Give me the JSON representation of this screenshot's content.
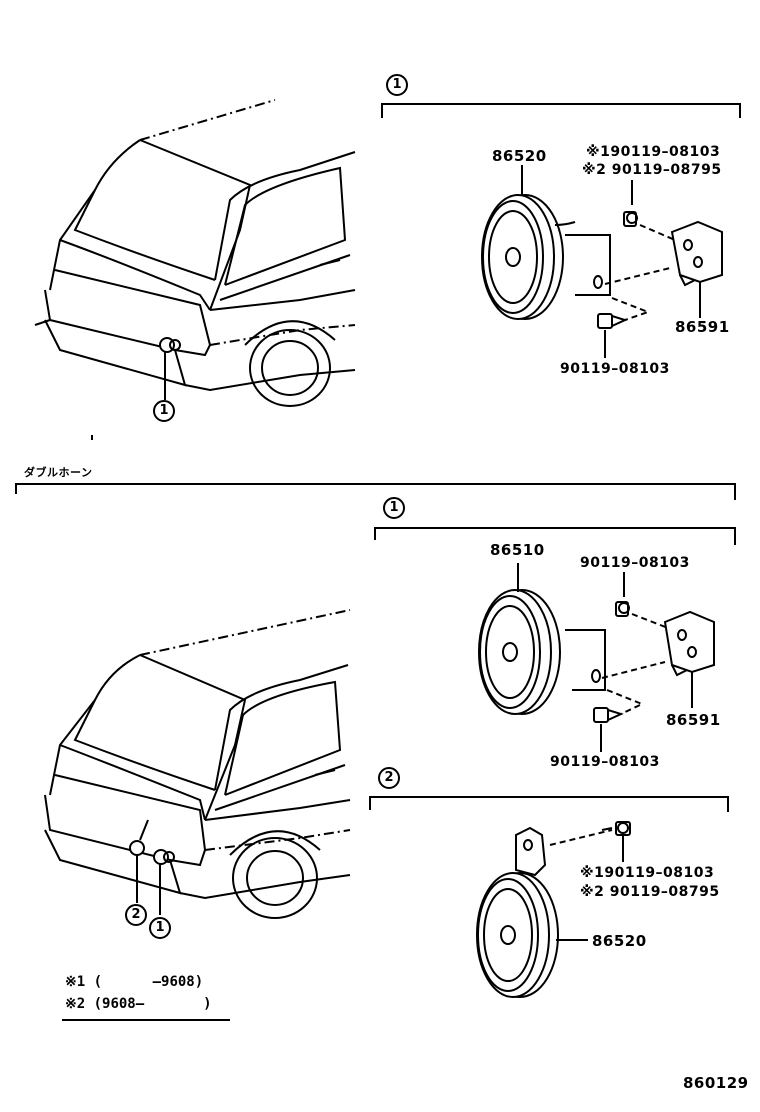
{
  "section_top": {
    "callout": "1",
    "horn_part": "86520",
    "bolt_note1": "※190119–08103",
    "bolt_note2": "※2 90119–08795",
    "bracket_part": "86591",
    "bottom_bolt": "90119–08103",
    "car_callout": "1"
  },
  "section_double": {
    "heading": "ダブルホーン",
    "callout1": "1",
    "horn1_part": "86510",
    "bolt_top": "90119–08103",
    "bracket_part": "86591",
    "bolt_bottom": "90119–08103",
    "callout2": "2",
    "horn2_part": "86520",
    "bolt2_note1": "※190119–08103",
    "bolt2_note2": "※2 90119–08795",
    "car_callout1": "1",
    "car_callout2": "2"
  },
  "legend": {
    "line1": "※1 (      –9608)",
    "line2": "※2 (9608–       )"
  },
  "figure_code": "860129"
}
